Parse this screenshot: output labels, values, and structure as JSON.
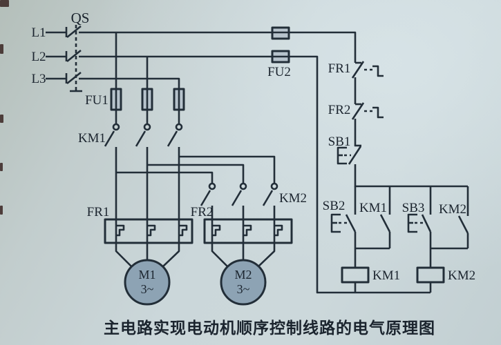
{
  "figure": {
    "caption": "主电路实现电动机顺序控制线路的电气原理图",
    "power": {
      "l1": "L1",
      "l2": "L2",
      "l3": "L3",
      "qs": "QS",
      "fu1": "FU1",
      "fu2": "FU2"
    },
    "main_circuit": {
      "km1_contacts": "KM1",
      "km2_contacts": "KM2",
      "fr1_element": "FR1",
      "fr2_element": "FR2",
      "motor1": {
        "name": "M1",
        "phase": "3~"
      },
      "motor2": {
        "name": "M2",
        "phase": "3~"
      }
    },
    "control_circuit": {
      "fr1_nc": "FR1",
      "fr2_nc": "FR2",
      "sb1": "SB1",
      "sb2": "SB2",
      "sb3": "SB3",
      "km1_no": "KM1",
      "km2_no": "KM2",
      "km1_coil": "KM1",
      "km2_coil": "KM2"
    },
    "colors": {
      "paper": "#c8d4d8",
      "ink": "#232d38",
      "fuse_fill": "#b7c3cc",
      "motor_fill": "#8da3b4"
    }
  }
}
